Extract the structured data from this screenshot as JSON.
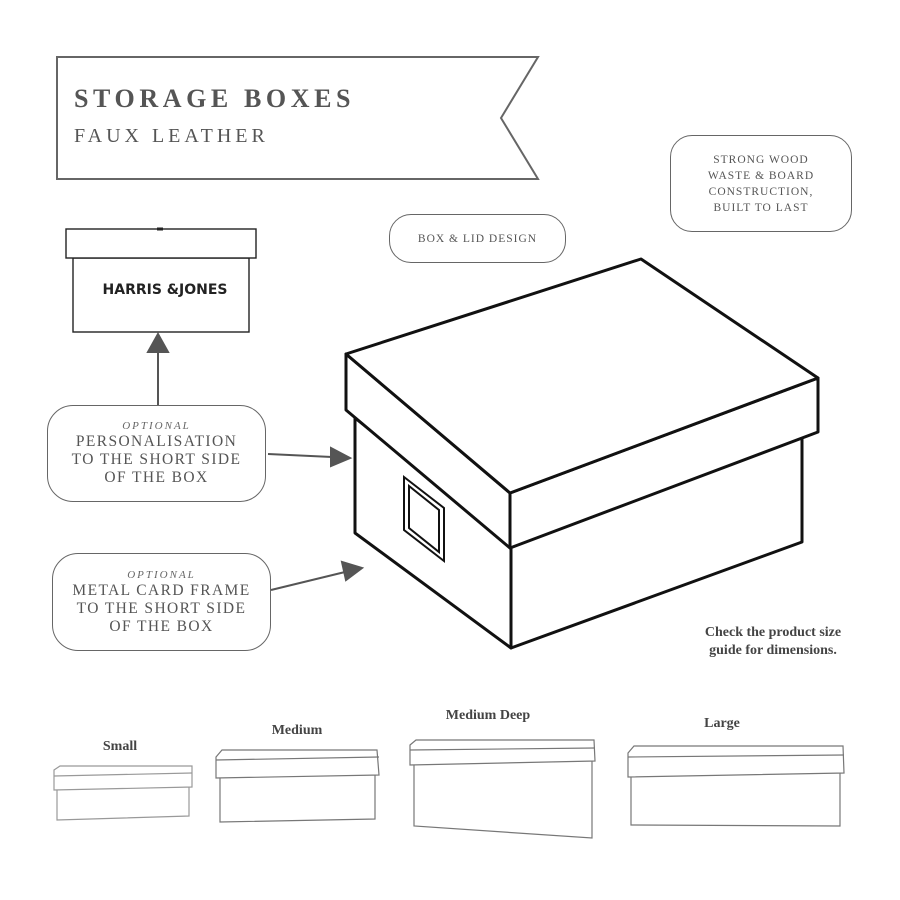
{
  "banner": {
    "title": "STORAGE BOXES",
    "subtitle": "FAUX LEATHER"
  },
  "callouts": {
    "construction": [
      "STRONG WOOD",
      "WASTE & BOARD",
      "CONSTRUCTION,",
      "BUILT TO LAST"
    ],
    "design": "BOX & LID DESIGN",
    "personalisation": {
      "tag": "OPTIONAL",
      "lines": [
        "PERSONALISATION",
        "TO THE SHORT SIDE",
        "OF THE BOX"
      ]
    },
    "card_frame": {
      "tag": "OPTIONAL",
      "lines": [
        "METAL CARD FRAME",
        "TO THE SHORT SIDE",
        "OF THE BOX"
      ]
    }
  },
  "logo": {
    "text": "HARRIS &JONES"
  },
  "size_note": [
    "Check the product size",
    "guide for dimensions."
  ],
  "sizes": [
    "Small",
    "Medium",
    "Medium Deep",
    "Large"
  ],
  "colors": {
    "line_dark": "#111111",
    "line_grey": "#666666",
    "text": "#555555",
    "background": "#ffffff"
  }
}
